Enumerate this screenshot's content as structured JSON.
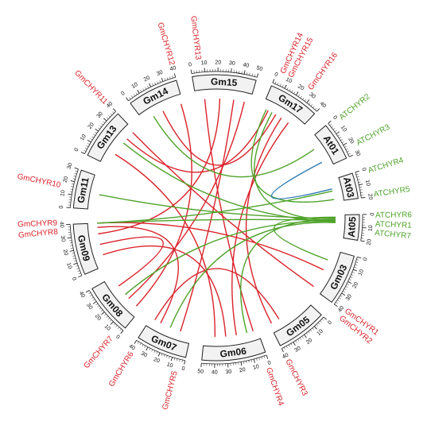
{
  "colors": {
    "soybean": "#d9232a",
    "arabidopsis": "#4ea32a",
    "blue_link": "#2b79b3"
  },
  "chromosomes": [
    {
      "id": "Gm15",
      "label": "Gm15",
      "len": 50
    },
    {
      "id": "Gm17",
      "label": "Gm17",
      "len": 40
    },
    {
      "id": "At01",
      "label": "At01",
      "len": 30
    },
    {
      "id": "At03",
      "label": "At03",
      "len": 20
    },
    {
      "id": "At05",
      "label": "At05",
      "len": 20
    },
    {
      "id": "Gm03",
      "label": "Gm03",
      "len": 40
    },
    {
      "id": "Gm05",
      "label": "Gm05",
      "len": 40
    },
    {
      "id": "Gm06",
      "label": "Gm06",
      "len": 50
    },
    {
      "id": "Gm07",
      "label": "Gm07",
      "len": 40
    },
    {
      "id": "Gm08",
      "label": "Gm08",
      "len": 40
    },
    {
      "id": "Gm09",
      "label": "Gm09",
      "len": 40
    },
    {
      "id": "Gm11",
      "label": "Gm11",
      "len": 30
    },
    {
      "id": "Gm13",
      "label": "Gm13",
      "len": 40
    },
    {
      "id": "Gm14",
      "label": "Gm14",
      "len": 40
    }
  ],
  "genes": [
    {
      "name": "GmCHYR1",
      "chr": "Gm03",
      "pos": 39,
      "group": "soybean"
    },
    {
      "name": "GmCHYR2",
      "chr": "Gm03",
      "pos": 40,
      "group": "soybean"
    },
    {
      "name": "GmCHYR3",
      "chr": "Gm05",
      "pos": 40,
      "group": "soybean"
    },
    {
      "name": "GmCHYR4",
      "chr": "Gm06",
      "pos": 2,
      "group": "soybean"
    },
    {
      "name": "GmCHYR5",
      "chr": "Gm07",
      "pos": 5,
      "group": "soybean"
    },
    {
      "name": "GmCHYR6",
      "chr": "Gm07",
      "pos": 38,
      "group": "soybean"
    },
    {
      "name": "GmCHYR7",
      "chr": "Gm08",
      "pos": 3,
      "group": "soybean"
    },
    {
      "name": "GmCHYR8",
      "chr": "Gm09",
      "pos": 35,
      "group": "soybean"
    },
    {
      "name": "GmCHYR9",
      "chr": "Gm09",
      "pos": 43,
      "group": "soybean"
    },
    {
      "name": "GmCHYR10",
      "chr": "Gm11",
      "pos": 15,
      "group": "soybean"
    },
    {
      "name": "GmCHYR11",
      "chr": "Gm13",
      "pos": 39,
      "group": "soybean"
    },
    {
      "name": "GmCHYR12",
      "chr": "Gm14",
      "pos": 40,
      "group": "soybean"
    },
    {
      "name": "GmCHYR13",
      "chr": "Gm15",
      "pos": 6,
      "group": "soybean"
    },
    {
      "name": "GmCHYR14",
      "chr": "Gm17",
      "pos": 4,
      "group": "soybean"
    },
    {
      "name": "GmCHYR15",
      "chr": "Gm17",
      "pos": 6,
      "group": "soybean"
    },
    {
      "name": "GmCHYR16",
      "chr": "Gm17",
      "pos": 26,
      "group": "soybean"
    },
    {
      "name": "ATCHYR2",
      "chr": "At01",
      "pos": 3,
      "group": "arabidopsis"
    },
    {
      "name": "ATCHYR3",
      "chr": "At01",
      "pos": 24,
      "group": "arabidopsis"
    },
    {
      "name": "ATCHYR4",
      "chr": "At03",
      "pos": 2,
      "group": "arabidopsis"
    },
    {
      "name": "ATCHYR5",
      "chr": "At03",
      "pos": 19,
      "group": "arabidopsis"
    },
    {
      "name": "ATCHYR6",
      "chr": "At05",
      "pos": 1,
      "group": "arabidopsis"
    },
    {
      "name": "ATCHYR1",
      "chr": "At05",
      "pos": 4,
      "group": "arabidopsis"
    },
    {
      "name": "ATCHYR7",
      "chr": "At05",
      "pos": 7,
      "group": "arabidopsis"
    }
  ],
  "links": [
    {
      "a": "Gm15",
      "ap": 8,
      "b": "Gm06",
      "bp": 4,
      "color": "soybean"
    },
    {
      "a": "Gm15",
      "ap": 22,
      "b": "Gm09",
      "bp": 30,
      "color": "soybean"
    },
    {
      "a": "Gm15",
      "ap": 35,
      "b": "Gm07",
      "bp": 10,
      "color": "soybean"
    },
    {
      "a": "Gm17",
      "ap": 6,
      "b": "Gm13",
      "bp": 30,
      "color": "soybean"
    },
    {
      "a": "Gm17",
      "ap": 20,
      "b": "Gm05",
      "bp": 38,
      "color": "soybean"
    },
    {
      "a": "Gm17",
      "ap": 28,
      "b": "Gm06",
      "bp": 20,
      "color": "soybean"
    },
    {
      "a": "Gm14",
      "ap": 38,
      "b": "Gm08",
      "bp": 5,
      "color": "soybean"
    },
    {
      "a": "Gm14",
      "ap": 20,
      "b": "Gm17",
      "bp": 14,
      "color": "soybean"
    },
    {
      "a": "Gm13",
      "ap": 38,
      "b": "Gm03",
      "bp": 38,
      "color": "soybean"
    },
    {
      "a": "Gm13",
      "ap": 12,
      "b": "Gm06",
      "bp": 40,
      "color": "soybean"
    },
    {
      "a": "Gm09",
      "ap": 42,
      "b": "Gm03",
      "bp": 20,
      "color": "soybean"
    },
    {
      "a": "Gm09",
      "ap": 20,
      "b": "Gm08",
      "bp": 30,
      "color": "soybean"
    },
    {
      "a": "Gm09",
      "ap": 10,
      "b": "Gm06",
      "bp": 30,
      "color": "soybean"
    },
    {
      "a": "Gm08",
      "ap": 15,
      "b": "Gm15",
      "bp": 45,
      "color": "soybean"
    },
    {
      "a": "Gm07",
      "ap": 30,
      "b": "Gm09",
      "bp": 36,
      "color": "soybean"
    },
    {
      "a": "Gm05",
      "ap": 30,
      "b": "Gm07",
      "bp": 36,
      "color": "soybean"
    },
    {
      "a": "Gm17",
      "ap": 10,
      "b": "At05",
      "bp": 5,
      "color": "arabidopsis"
    },
    {
      "a": "Gm17",
      "ap": 4,
      "b": "At03",
      "bp": 18,
      "color": "arabidopsis"
    },
    {
      "a": "At01",
      "ap": 24,
      "b": "At03",
      "bp": 8,
      "color": "blue"
    },
    {
      "a": "At05",
      "ap": 3,
      "b": "Gm11",
      "bp": 14,
      "color": "arabidopsis"
    },
    {
      "a": "At05",
      "ap": 5,
      "b": "Gm09",
      "bp": 40,
      "color": "arabidopsis"
    },
    {
      "a": "At05",
      "ap": 6,
      "b": "Gm08",
      "bp": 20,
      "color": "arabidopsis"
    },
    {
      "a": "At05",
      "ap": 7,
      "b": "Gm07",
      "bp": 20,
      "color": "arabidopsis"
    },
    {
      "a": "At05",
      "ap": 4,
      "b": "Gm06",
      "bp": 10,
      "color": "arabidopsis"
    },
    {
      "a": "At05",
      "ap": 6,
      "b": "Gm13",
      "bp": 25,
      "color": "arabidopsis"
    },
    {
      "a": "At05",
      "ap": 2,
      "b": "Gm03",
      "bp": 10,
      "color": "arabidopsis"
    },
    {
      "a": "At01",
      "ap": 10,
      "b": "Gm14",
      "bp": 10,
      "color": "arabidopsis"
    },
    {
      "a": "At03",
      "ap": 10,
      "b": "Gm09",
      "bp": 46,
      "color": "arabidopsis"
    }
  ]
}
